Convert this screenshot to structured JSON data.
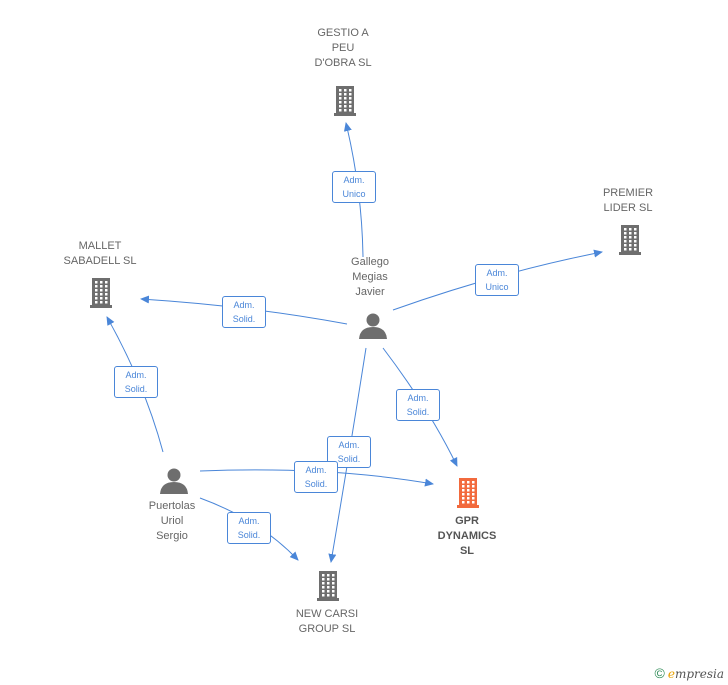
{
  "nodes": {
    "gestio": {
      "label": "GESTIO A\nPEU\nD'OBRA  SL",
      "type": "company"
    },
    "premier": {
      "label": "PREMIER\nLIDER  SL",
      "type": "company"
    },
    "mallet": {
      "label": "MALLET\nSABADELL  SL",
      "type": "company"
    },
    "gallego": {
      "label": "Gallego\nMegias\nJavier",
      "type": "person"
    },
    "puertolas": {
      "label": "Puertolas\nUriol\nSergio",
      "type": "person"
    },
    "gpr": {
      "label": "GPR\nDYNAMICS\nSL",
      "type": "company-highlight"
    },
    "newcarsi": {
      "label": "NEW CARSI\nGROUP SL",
      "type": "company"
    }
  },
  "edges": [
    {
      "from": "gallego",
      "to": "gestio",
      "label": "Adm.\nUnico"
    },
    {
      "from": "gallego",
      "to": "premier",
      "label": "Adm.\nUnico"
    },
    {
      "from": "gallego",
      "to": "mallet",
      "label": "Adm.\nSolid."
    },
    {
      "from": "gallego",
      "to": "gpr",
      "label": "Adm.\nSolid."
    },
    {
      "from": "gallego",
      "to": "newcarsi",
      "label": "Adm.\nSolid."
    },
    {
      "from": "puertolas",
      "to": "mallet",
      "label": "Adm.\nSolid."
    },
    {
      "from": "puertolas",
      "to": "gpr",
      "label": "Adm.\nSolid."
    },
    {
      "from": "puertolas",
      "to": "newcarsi",
      "label": "Adm.\nSolid."
    }
  ],
  "colors": {
    "edge": "#4a86d8",
    "icon": "#6e6e6e",
    "highlight": "#f26a3d"
  },
  "footer": {
    "copyright": "©",
    "brand_first": "e",
    "brand_rest": "mpresia"
  }
}
